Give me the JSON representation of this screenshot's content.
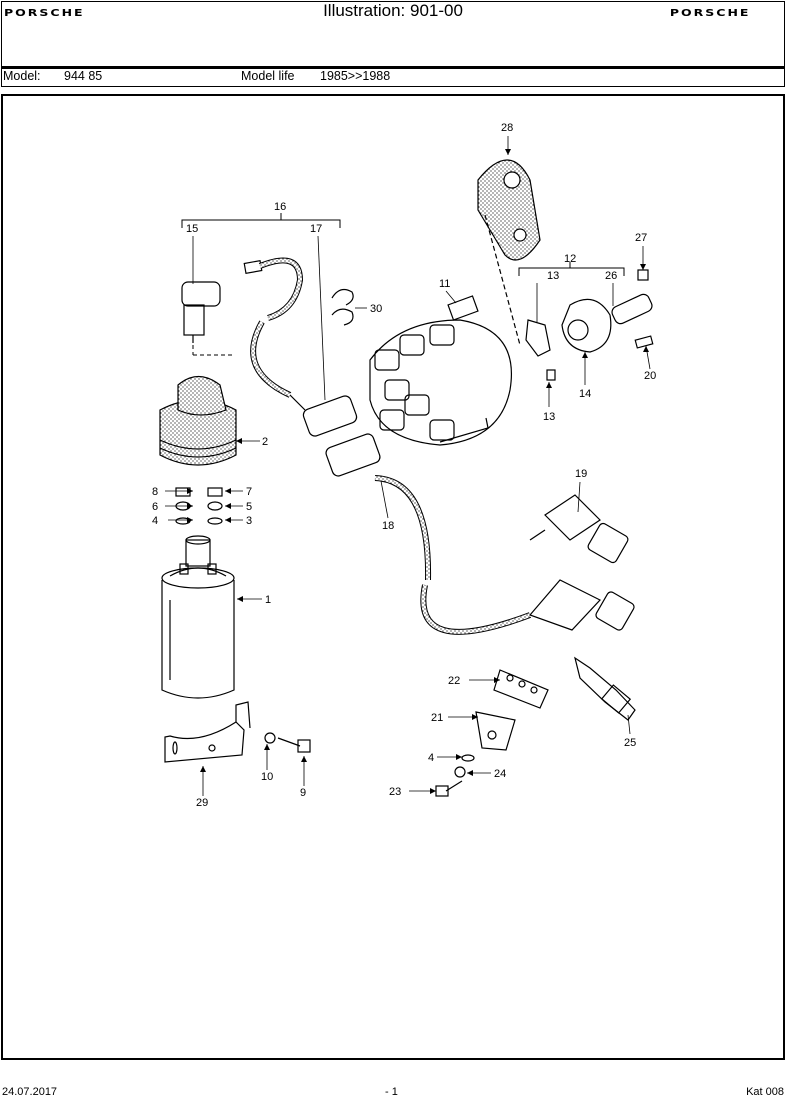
{
  "header": {
    "brand_left": "PORSCHE",
    "title": "Illustration: 901-00",
    "brand_right": "PORSCHE"
  },
  "model_bar": {
    "model_label": "Model:",
    "model_value": "944 85",
    "life_label": "Model life",
    "life_value": "1985>>1988"
  },
  "callouts": {
    "c1": "1",
    "c2": "2",
    "c3": "3",
    "c4a": "4",
    "c4b": "4",
    "c5": "5",
    "c6": "6",
    "c7": "7",
    "c8": "8",
    "c9": "9",
    "c10": "10",
    "c11": "11",
    "c12": "12",
    "c13a": "13",
    "c13b": "13",
    "c14": "14",
    "c15": "15",
    "c16": "16",
    "c17": "17",
    "c18": "18",
    "c19": "19",
    "c20": "20",
    "c21": "21",
    "c22": "22",
    "c23": "23",
    "c24": "24",
    "c25": "25",
    "c26": "26",
    "c27": "27",
    "c28": "28",
    "c29": "29",
    "c30": "30"
  },
  "footer": {
    "date": "24.07.2017",
    "page": "- 1",
    "catalog": "Kat 008"
  }
}
